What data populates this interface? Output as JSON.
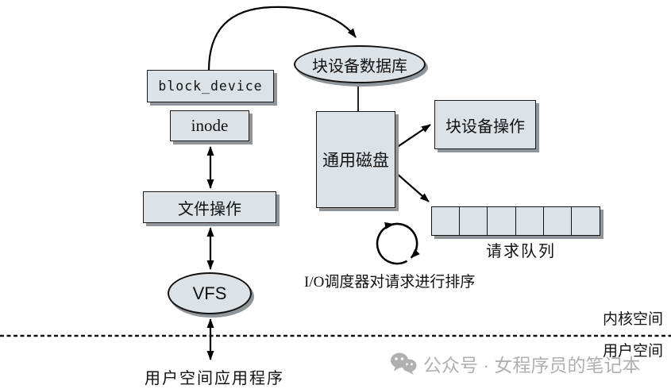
{
  "nodes": {
    "block_device": {
      "label": "block_device"
    },
    "inode": {
      "label": "inode"
    },
    "file_operations": {
      "label": "文件操作"
    },
    "vfs": {
      "label": "VFS"
    },
    "block_device_database": {
      "label": "块设备数据库"
    },
    "generic_disk": {
      "label": "通用磁盘"
    },
    "block_device_operations": {
      "label": "块设备操作"
    }
  },
  "request_queue": {
    "label": "请求队列",
    "cell_count": 6
  },
  "annotations": {
    "io_scheduler": "I/O调度器对请求进行排序",
    "kernel_space": "内核空间",
    "user_space": "用户空间",
    "user_app": "用户空间应用程序"
  },
  "watermark": {
    "icon": "wechat-icon",
    "text": "公众号 · 女程序员的笔记本"
  },
  "colors": {
    "node_fill": "#dce3e8",
    "node_border": "#1a1a1a",
    "node_shadow": "#8f9599",
    "arrow": "#000000",
    "watermark_gray": "#b0b0b0"
  }
}
